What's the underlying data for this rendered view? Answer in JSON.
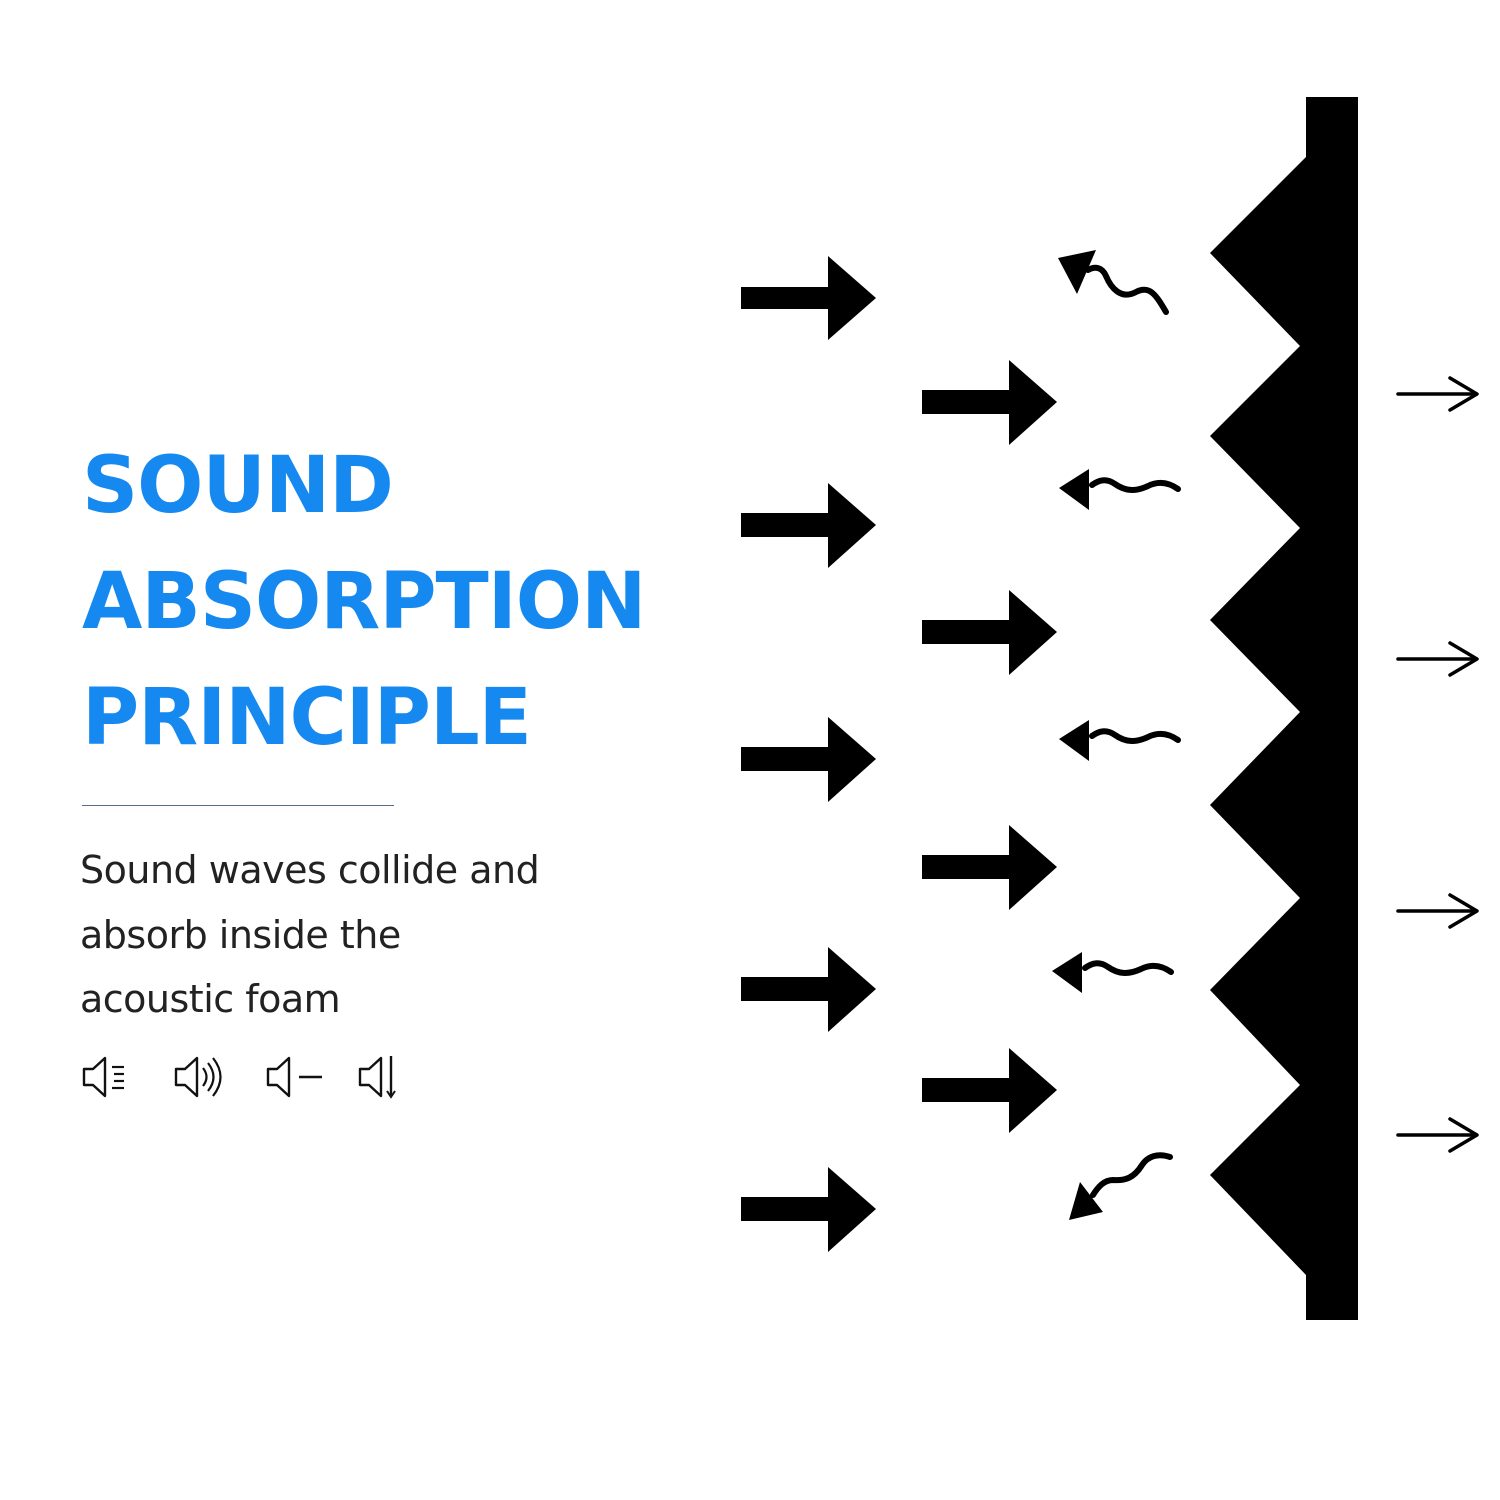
{
  "title": {
    "lines": [
      "SOUND",
      "ABSORPTION",
      "PRINCIPLE"
    ]
  },
  "description": {
    "lines": [
      "Sound waves collide and",
      "absorb inside the",
      "acoustic foam"
    ]
  },
  "speaker_icons": [
    "speaker-vibration-icon",
    "speaker-waves-icon",
    "speaker-dash-icon",
    "speaker-line-icon"
  ],
  "colors": {
    "title": "#1589f0",
    "text": "#222222",
    "diagram": "#000000",
    "background": "#ffffff"
  },
  "diagram": {
    "incoming_arrow_count": 9,
    "reflected_wave_count": 5,
    "transmitted_arrow_count": 4,
    "foam_peak_count": 6
  }
}
